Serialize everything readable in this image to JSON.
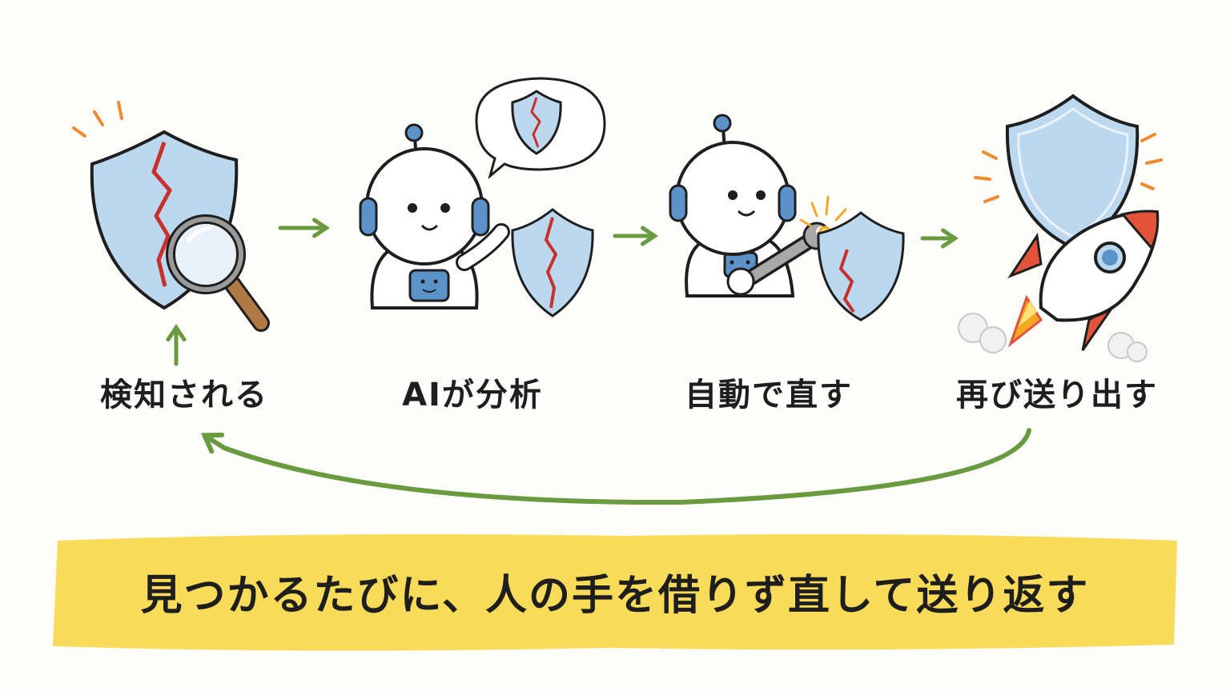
{
  "steps": [
    {
      "label": "検知される",
      "icon": "cracked-shield-magnifier-icon"
    },
    {
      "label": "AIが分析",
      "icon": "robot-analyzing-icon"
    },
    {
      "label": "自動で直す",
      "icon": "robot-repairing-icon"
    },
    {
      "label": "再び送り出す",
      "icon": "shield-rocket-icon"
    }
  ],
  "banner": {
    "text": "見つかるたびに、人の手を借りず直して送り返す"
  },
  "colors": {
    "shield_fill": "#bcd8ee",
    "crack": "#c8302a",
    "arrow": "#6a9a3e",
    "robot_accent": "#5b93c8",
    "banner": "#f7d84a",
    "rocket_red": "#e2533c",
    "flame": "#f5a623"
  }
}
